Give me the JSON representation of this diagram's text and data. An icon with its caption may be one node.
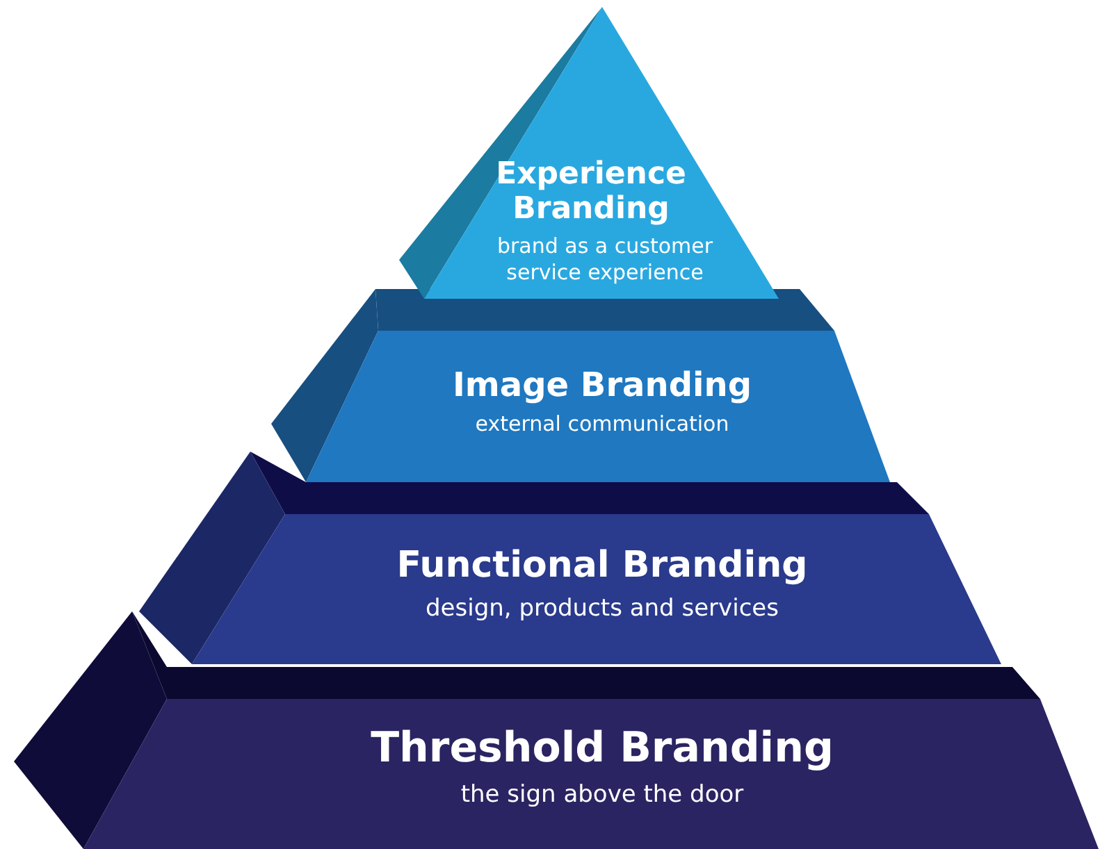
{
  "diagram": {
    "nodes": [
      {
        "text": [
          "Experience Branding",
          "brand as a customer service experience"
        ]
      },
      {
        "text": [
          "Image Branding",
          "external communication"
        ]
      },
      {
        "text": [
          "Functional Branding",
          "design, products and services"
        ]
      },
      {
        "text": [
          "Threshold Branding",
          "the sign above the door"
        ]
      }
    ]
  }
}
